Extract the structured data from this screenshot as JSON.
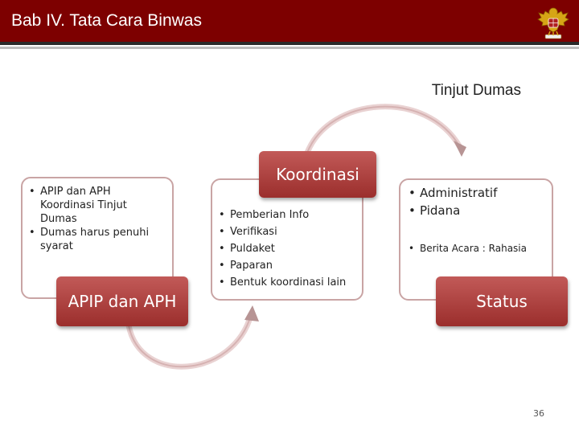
{
  "header": {
    "title": "Bab IV. Tata Cara Binwas",
    "emblem_icon": "garuda-emblem-icon",
    "background_color": "#7d0000"
  },
  "subtitle": "Tinjut Dumas",
  "left_card": {
    "items": [
      "APIP dan APH Koordinasi Tinjut Dumas",
      "Dumas harus penuhi syarat"
    ]
  },
  "middle_card": {
    "items": [
      "Pemberian Info",
      "Verifikasi",
      "Puldaket",
      "Paparan",
      "Bentuk koordinasi lain"
    ]
  },
  "right_card": {
    "items_top": [
      "Administratif",
      "Pidana"
    ],
    "items_bottom": [
      "Berita Acara : Rahasia"
    ]
  },
  "boxes": {
    "koordinasi": "Koordinasi",
    "apip_aph": "APIP dan APH",
    "status": "Status",
    "color": "#b04442"
  },
  "page_number": "36"
}
